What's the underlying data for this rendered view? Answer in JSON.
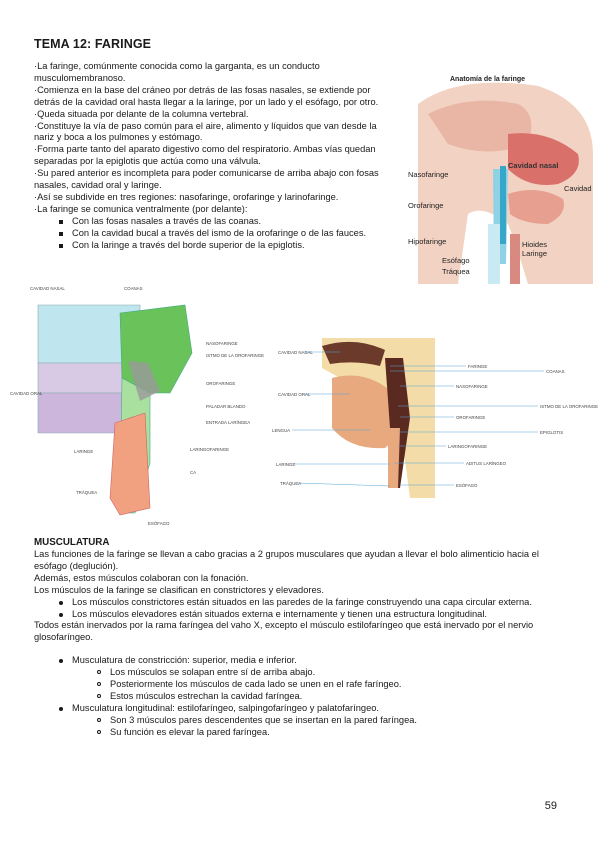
{
  "title": "TEMA 12: FARINGE",
  "intro": {
    "lines": [
      "·La faringe, comúnmente conocida como la garganta, es un conducto musculomembranoso.",
      "·Comienza en la base del cráneo por detrás de las fosas nasales, se extiende por detrás de la cavidad oral hasta llegar a la laringe, por un lado y el esófago, por otro.",
      "·Queda situada por delante de la columna vertebral.",
      "·Constituye la vía de paso común para el aire, alimento y líquidos que van desde la nariz y boca a los pulmones y estómago.",
      "·Forma parte tanto del aparato digestivo como del respiratorio. Ambas vías quedan separadas por la epiglotis que actúa como una válvula.",
      "·Su pared anterior es incompleta para poder comunicarse de arriba abajo con fosas nasales, cavidad oral y laringe.",
      "·Así se subdivide en tres regiones: nasofaringe, orofaringe y larinofaringe.",
      "·La faringe se comunica ventralmente (por delante):"
    ],
    "bullets": [
      "Con las fosas nasales a través de las coanas.",
      "Con la cavidad bucal a través del ismo de la orofaringe o de las fauces.",
      "Con la laringe a través del borde superior de la epiglotis."
    ]
  },
  "anatomy_figure": {
    "title": "Anatomía de la faringe",
    "labels": {
      "nasofaringe": "Nasofaringe",
      "orofaringe": "Orofaringe",
      "hipofaringe": "Hipofaringe",
      "esofago": "Esófago",
      "traquea": "Tráquea",
      "cavidad_nasal": "Cavidad nasal",
      "cavidad": "Cavidad",
      "hioides": "Hioides",
      "laringe": "Laringe"
    }
  },
  "diagram_left": {
    "labels": {
      "cavidad_nasal": "CAVIDAD NASAL",
      "coanas": "COANAS",
      "nasofaringe": "NASOFARINGE",
      "istmo": "ISTMO DE LA OROFARINGE",
      "orofaringe": "OROFARINGE",
      "cavidad_oral": "CAVIDAD ORAL",
      "paladar": "PALADAR BLANDO",
      "entrada": "ENTRADA LARÍNGEA",
      "laringofaringe": "LARINGOFARINGE",
      "laringe": "LARINGE",
      "traquea": "TRÁQUEA",
      "esofago": "ESÓFAGO",
      "ca": "CA"
    }
  },
  "diagram_right": {
    "labels": {
      "cavidad_nasal": "CAVIDAD NASAL",
      "cavidad_oral": "CAVIDAD ORAL",
      "lengua": "LENGUA",
      "laringe": "LARINGE",
      "traquea": "TRÁQUEA",
      "faringe": "FARINGE",
      "coanas": "COANAS",
      "nasofaringe": "NASOFARINGE",
      "istmo": "ISTMO DE LA OROFARINGE",
      "orofaringe": "OROFARINGE",
      "epiglotis": "EPIGLOTIS",
      "laringofaringe": "LARINGOFARINGE",
      "aditus": "ADITUS LARÍNGEO",
      "esofago": "ESÓFAGO"
    }
  },
  "musculatura": {
    "title": "MUSCULATURA",
    "p1": "Las funciones de la faringe se llevan a cabo gracias a 2 grupos musculares que ayudan a llevar el bolo alimenticio hacia el esófago (deglución).",
    "p2": "Además, estos músculos colaboran con la fonación.",
    "p3": "Los músculos de la faringe se clasifican en constrictores y elevadores.",
    "bullets": [
      "Los músculos constrictores están situados en las paredes de la faringe construyendo una capa circular externa.",
      "Los músculos elevadores están situados externa e internamente y tienen una estructura longitudinal."
    ],
    "p4": "Todos están inervados por la rama faríngea del vaho X, excepto el músculo estilofaríngeo que está inervado por el nervio glosofaríngeo.",
    "list": [
      {
        "label": "Musculatura de constricción: superior, media e inferior.",
        "sub": [
          "Los músculos se solapan entre sí de arriba abajo.",
          "Posteriormente los músculos de cada lado se unen en el rafe faríngeo.",
          "Estos músculos estrechan la cavidad faríngea."
        ]
      },
      {
        "label": "Musculatura longitudinal: estilofaríngeo, salpingofaríngeo y palatofaríngeo.",
        "sub": [
          "Son 3 músculos pares descendentes que se insertan en la pared faríngea.",
          "Su función es elevar la pared faríngea."
        ]
      }
    ]
  },
  "page_number": "59"
}
